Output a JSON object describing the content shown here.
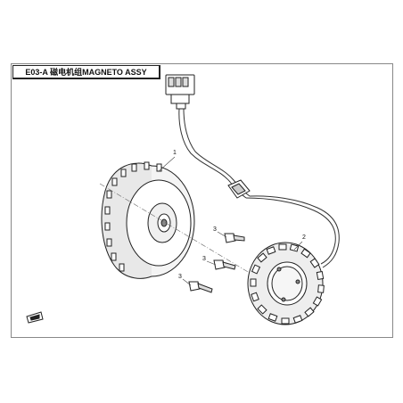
{
  "title": "E03-A 磁电机组MAGNETO ASSY",
  "callouts": {
    "flywheel": "1",
    "stator": "2",
    "bolt_upper": "3",
    "bolt_middle": "3",
    "bolt_lower": "3"
  }
}
